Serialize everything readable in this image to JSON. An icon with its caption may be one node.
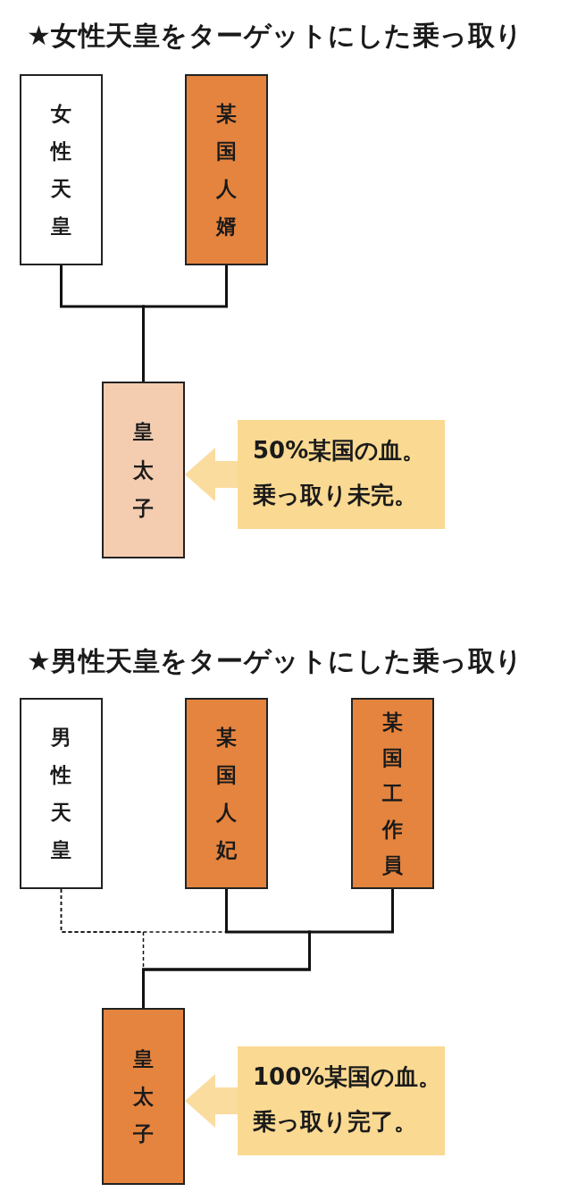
{
  "diagram": {
    "nodes": [
      {
        "text": [
          "女性天皇"
        ]
      },
      {
        "text": [
          "某国人婿"
        ]
      },
      {
        "text": [
          "皇太子"
        ]
      },
      {
        "text": [
          "50%某国の血。",
          "乗っ取り未完。"
        ]
      },
      {
        "text": [
          "男性天皇"
        ]
      },
      {
        "text": [
          "某国人妃"
        ]
      },
      {
        "text": [
          "某国工作員"
        ]
      },
      {
        "text": [
          "皇太子"
        ]
      },
      {
        "text": [
          "100%某国の血。",
          "乗っ取り完了。"
        ]
      }
    ],
    "edges": [
      {
        "from": 0,
        "to": 2,
        "arrow": "none"
      },
      {
        "from": 1,
        "to": 2,
        "arrow": "none"
      },
      {
        "from": 3,
        "to": 2,
        "arrow": "to",
        "style": "thick",
        "color": "#f9dc9e"
      },
      {
        "from": 4,
        "to": 5,
        "arrow": "none",
        "style": "dashed"
      },
      {
        "from": 4,
        "to": 7,
        "arrow": "none",
        "style": "dashed"
      },
      {
        "from": 5,
        "to": 7,
        "arrow": "none"
      },
      {
        "from": 6,
        "to": 7,
        "arrow": "none"
      },
      {
        "from": 8,
        "to": 7,
        "arrow": "to",
        "style": "thick",
        "color": "#f9dc9e"
      }
    ],
    "labels": [
      "★女性天皇をターゲットにした乗っ取り",
      "★男性天皇をターゲットにした乗っ取り"
    ]
  }
}
